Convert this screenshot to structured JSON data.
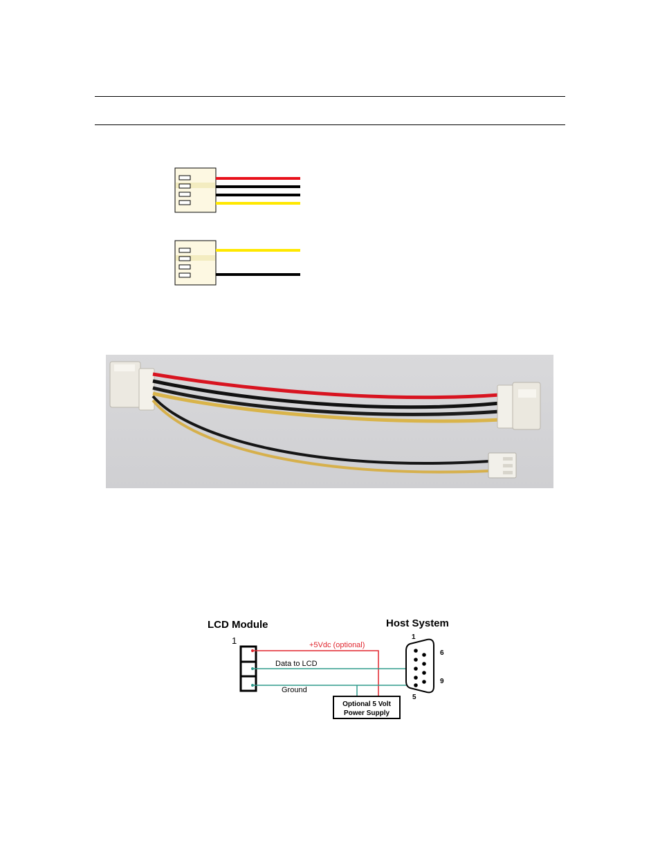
{
  "colors": {
    "red": "#e8101a",
    "black": "#000000",
    "yellow": "#ffe800",
    "connector_fill": "#fdf8e2",
    "photo_bg": "#d7d7d9",
    "tan_wire": "#d9b44a",
    "teal": "#2e9b8c"
  },
  "schematic": {
    "lcd_title": "LCD Module",
    "pin_one": "1",
    "host_title": "Host System",
    "vdc_label": "+5Vdc (optional)",
    "data_label": "Data to LCD",
    "ground_label": "Ground",
    "psu_line1": "Optional 5 Volt",
    "psu_line2": "Power Supply",
    "db9_pins": {
      "p1": "1",
      "p5": "5",
      "p6": "6",
      "p9": "9"
    }
  }
}
